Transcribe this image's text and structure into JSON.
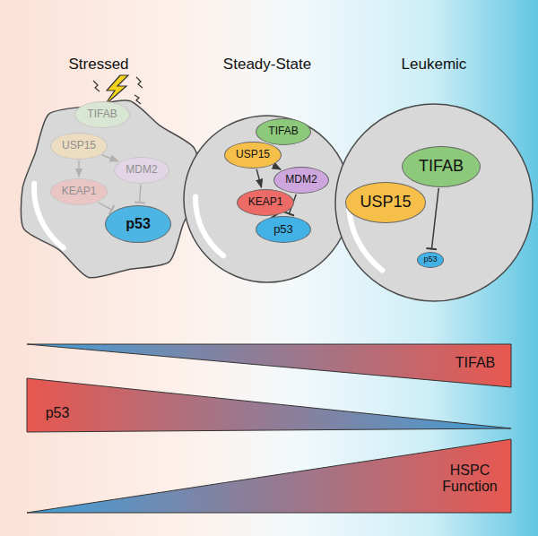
{
  "diagram": {
    "nodes": [
      {
        "text": [
          "TIFAB"
        ]
      },
      {
        "text": [
          "USP15"
        ]
      },
      {
        "text": [
          "MDM2"
        ]
      },
      {
        "text": [
          "KEAP1"
        ]
      },
      {
        "text": [
          "p53"
        ]
      },
      {
        "text": [
          "TIFAB"
        ]
      },
      {
        "text": [
          "USP15"
        ]
      },
      {
        "text": [
          "MDM2"
        ]
      },
      {
        "text": [
          "KEAP1"
        ]
      },
      {
        "text": [
          "p53"
        ]
      },
      {
        "text": [
          "TIFAB"
        ]
      },
      {
        "text": [
          "USP15"
        ]
      },
      {
        "text": [
          "p53"
        ]
      },
      {
        "text": [
          "TIFAB"
        ]
      },
      {
        "text": [
          "p53"
        ]
      },
      {
        "text": [
          "HSPC Function"
        ]
      }
    ],
    "edges": [
      {
        "from": 1,
        "to": 3,
        "arrow": "to"
      },
      {
        "from": 1,
        "to": 2,
        "arrow": "to"
      },
      {
        "from": 3,
        "to": 4,
        "arrow": "to"
      },
      {
        "from": 2,
        "to": 4,
        "arrow": "to"
      },
      {
        "from": 6,
        "to": 8,
        "arrow": "to"
      },
      {
        "from": 6,
        "to": 7,
        "arrow": "to"
      },
      {
        "from": 8,
        "to": 9,
        "arrow": "to"
      },
      {
        "from": 7,
        "to": 9,
        "arrow": "to"
      },
      {
        "from": 10,
        "to": 12,
        "arrow": "to"
      }
    ],
    "labels": [
      "Stressed",
      "Steady-State",
      "Leukemic"
    ]
  }
}
